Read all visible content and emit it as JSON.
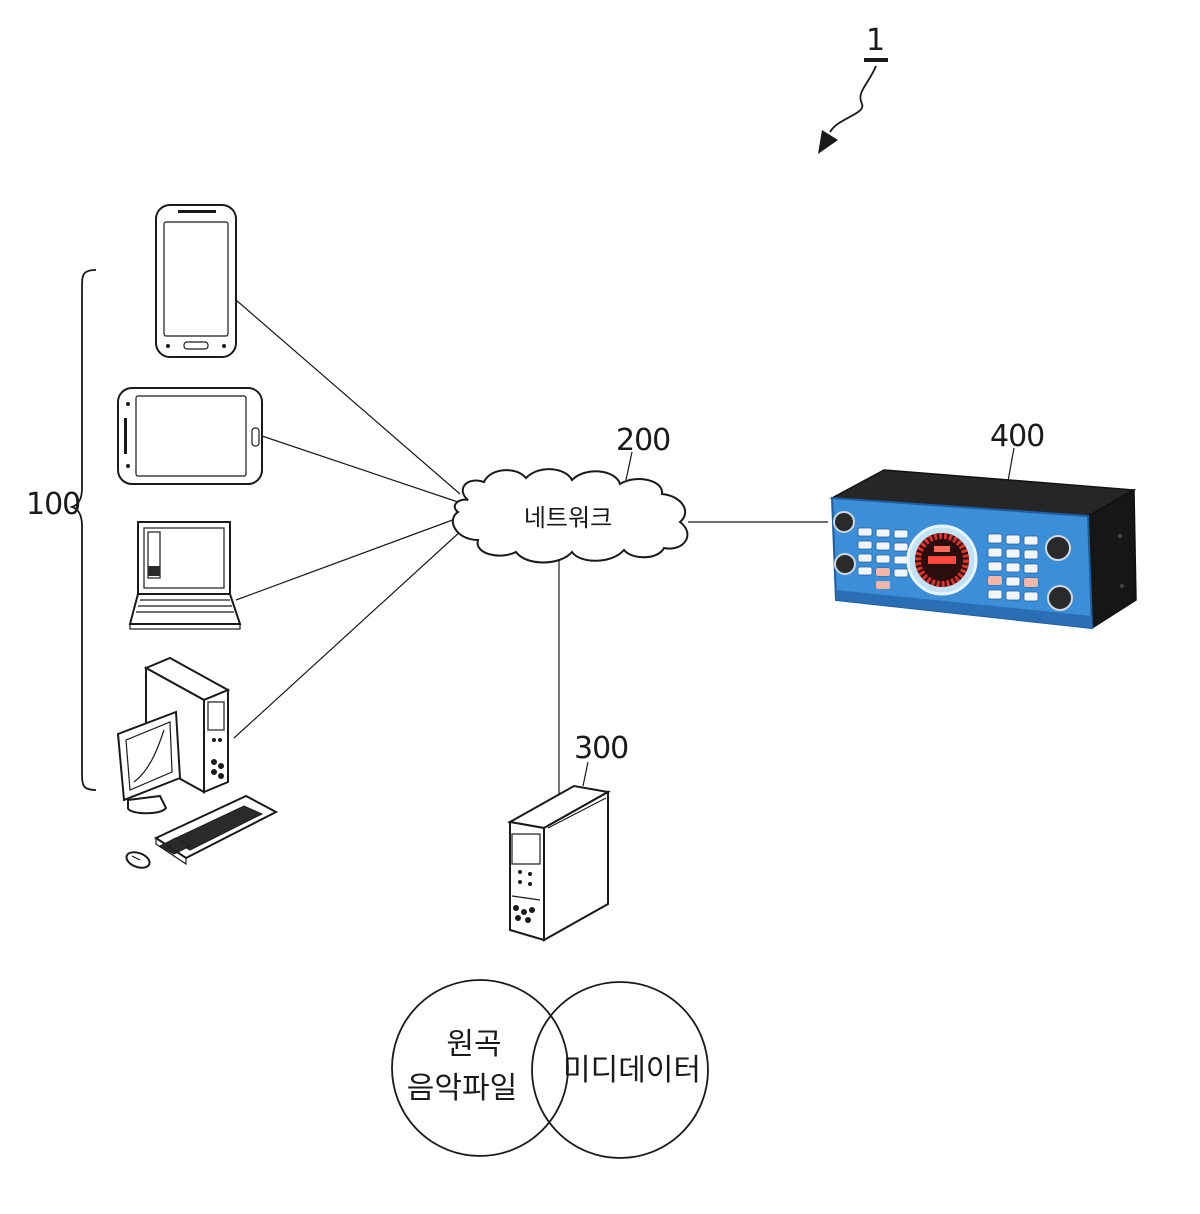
{
  "system_ref": "1",
  "group_ref": "100",
  "network": {
    "ref": "200",
    "label": "네트워크"
  },
  "server": {
    "ref": "300"
  },
  "karaoke": {
    "ref": "400"
  },
  "venn": {
    "left_line1": "원곡",
    "left_line2": "음악파일",
    "right": "미디데이터"
  },
  "colors": {
    "line": "#1a1a1a",
    "device_blue": "#3b8fd8",
    "device_blue_dark": "#2a6fb5",
    "display_red": "#e0302a",
    "body_black": "#1e1e1e"
  },
  "icons": [
    "smartphone-icon",
    "tablet-icon",
    "laptop-icon",
    "desktop-pc-icon",
    "server-icon",
    "karaoke-machine-icon",
    "cloud-icon"
  ]
}
